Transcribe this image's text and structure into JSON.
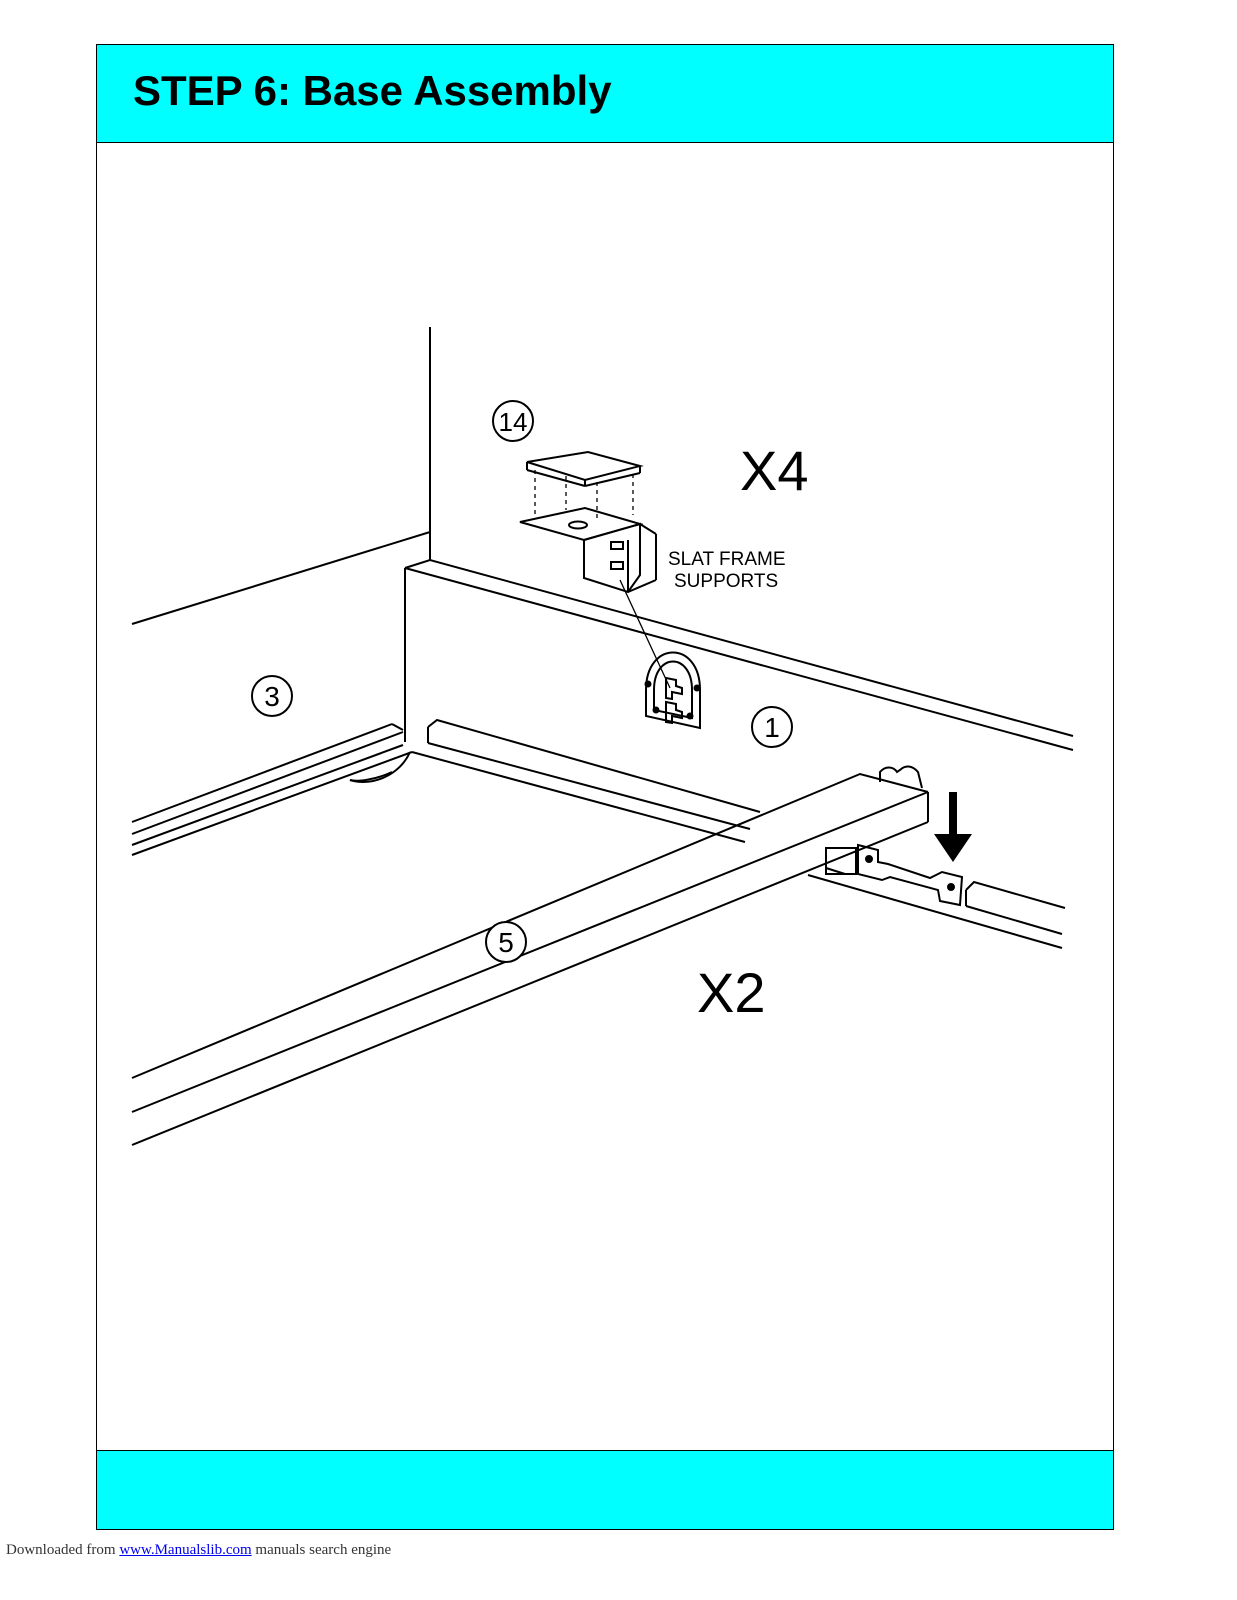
{
  "header": {
    "title": "STEP 6: Base Assembly"
  },
  "diagram": {
    "part_labels": {
      "part_14": "14",
      "part_1": "1",
      "part_3": "3",
      "part_5": "5"
    },
    "quantity_labels": {
      "supports_qty": "X4",
      "rails_qty": "X2"
    },
    "callout": {
      "line1": "SLAT FRAME",
      "line2": "SUPPORTS"
    }
  },
  "colors": {
    "band": "#00ffff",
    "ink": "#000000"
  },
  "footer": {
    "prefix": "Downloaded from",
    "link": "www.Manualslib.com",
    "suffix": "manuals search engine"
  }
}
